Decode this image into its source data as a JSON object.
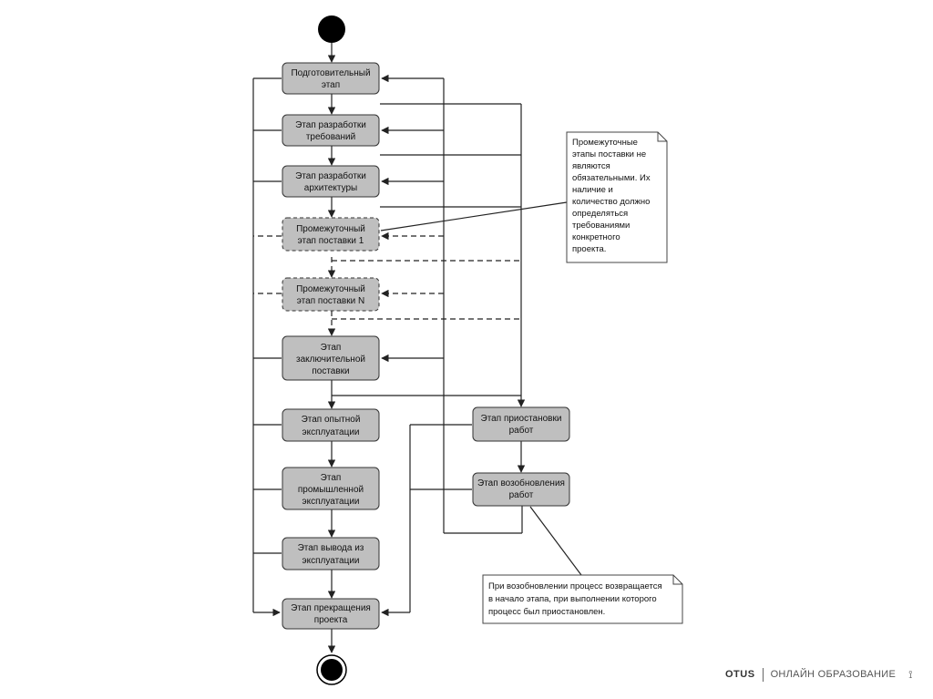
{
  "nodes": {
    "prep": [
      "Подготовительный",
      "этап"
    ],
    "req": [
      "Этап разработки",
      "требований"
    ],
    "arch": [
      "Этап разработки",
      "архитектуры"
    ],
    "inter1": [
      "Промежуточный",
      "этап поставки 1"
    ],
    "interN": [
      "Промежуточный",
      "этап поставки N"
    ],
    "final": [
      "Этап",
      "заключительной",
      "поставки"
    ],
    "trial": [
      "Этап опытной",
      "эксплуатации"
    ],
    "industrial": [
      "Этап",
      "промышленной",
      "эксплуатации"
    ],
    "withdraw": [
      "Этап вывода из",
      "эксплуатации"
    ],
    "terminate": [
      "Этап прекращения",
      "проекта"
    ],
    "suspend": [
      "Этап приостановки",
      "работ"
    ],
    "resume": [
      "Этап возобновления",
      "работ"
    ]
  },
  "notes": {
    "intermediate": [
      "Промежуточные",
      "этапы поставки не",
      "являются",
      "обязательными. Их",
      "наличие и",
      "количество должно",
      "определяться",
      "требованиями",
      "конкретного",
      "проекта."
    ],
    "resume": [
      "При возобновлении процесс возвращается",
      "в начало этапа, при выполнении которого",
      "процесс был приостановлен."
    ]
  },
  "footer": {
    "brand": "OTUS",
    "subtitle": "ОНЛАЙН ОБРАЗОВАНИЕ",
    "logo": "⟟"
  }
}
